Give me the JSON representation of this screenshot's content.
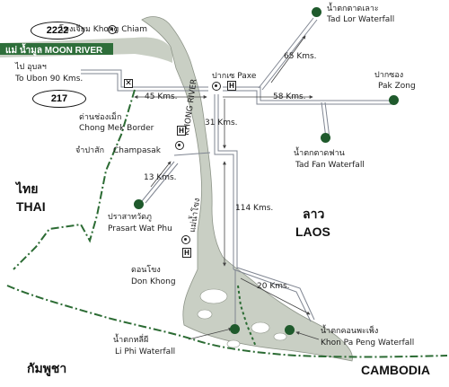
{
  "colors": {
    "river": "#c9cfc4",
    "river_edge": "#8d9488",
    "road": "#7f8591",
    "border": "#2b6b33",
    "waterfall": "#1f5a2c",
    "moon_band": "#2e6e3a"
  },
  "roads": {
    "r2222": "2222",
    "r217": "217"
  },
  "labels": {
    "khong_chiam": "โขงเจียม Khong Chiam",
    "moon_river": "แม่ น้ำมูล MOON RIVER",
    "to_ubon_th": "ไป อุบลฯ",
    "to_ubon_en": "To Ubon 90 Kms.",
    "chong_mek_th": "ด่านช่องเม็ก",
    "chong_mek_en": "Chong Mek Border",
    "champasak_th": "จำปาสัก",
    "champasak_en": "Champasak",
    "paxe": "ปากเซ Paxe",
    "tad_lor_th": "น้ำตกตาดเลาะ",
    "tad_lor_en": "Tad Lor Waterfall",
    "pak_zong_th": "ปากซอง",
    "pak_zong_en": "Pak Zong",
    "tad_fan_th": "น้ำตกตาดฟาน",
    "tad_fan_en": "Tad Fan Waterfall",
    "wat_phu_th": "ปราสาทวัดภู",
    "wat_phu_en": "Prasart Wat Phu",
    "don_khong_th": "ดอนโขง",
    "don_khong_en": "Don Khong",
    "li_phi_th": "น้ำตกหลี่ผี",
    "li_phi_en": "Li Phi Waterfall",
    "khon_pa_peng_th": "น้ำตกคอนพะเพ็ง",
    "khon_pa_peng_en": "Khon Pa Peng Waterfall",
    "khong_river_th": "แม่น้ำโขง",
    "khong_river_en": "KHONG RIVER"
  },
  "distances": {
    "d65": "65 Kms.",
    "d45": "45 Kms.",
    "d58": "58 Kms.",
    "d31": "31 Kms.",
    "d13": "13 Kms.",
    "d114": "114 Kms.",
    "d20": "20 Kms."
  },
  "countries": {
    "thai_th": "ไทย",
    "thai_en": "THAI",
    "laos_th": "ลาว",
    "laos_en": "LAOS",
    "cambodia_th": "กัมพูชา",
    "cambodia_en": "CAMBODIA"
  },
  "markers": {
    "hospital": "H"
  }
}
